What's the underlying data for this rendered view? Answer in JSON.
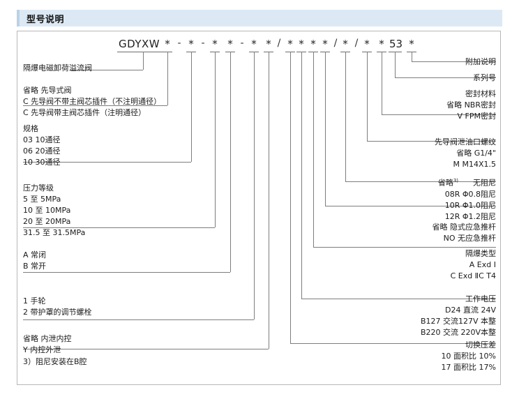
{
  "header": {
    "title": "型号说明"
  },
  "model_code": {
    "prefix": "GDYXW",
    "tokens": [
      "*",
      "-",
      "*",
      "-",
      "*",
      "*",
      "-",
      "*",
      "*",
      "/",
      "*",
      "*",
      "*",
      "*",
      "/",
      "*",
      "/",
      "*",
      "*",
      "53",
      "*"
    ]
  },
  "left_blocks": [
    {
      "id": "product-name",
      "lines": [
        "隔爆电磁卸荷溢流阀"
      ]
    },
    {
      "id": "pilot-type",
      "lines": [
        "省略  先导式阀",
        "C  先导阀不带主阀芯插件（不注明通径）",
        "C  先导阀带主阀芯插件（注明通径）"
      ]
    },
    {
      "id": "size-spec",
      "lines": [
        "规格",
        "03   10通径",
        "06   20通径",
        "10   30通径"
      ]
    },
    {
      "id": "pressure-rating",
      "lines": [
        "压力等级",
        "5      至  5MPa",
        "10    至 10MPa",
        "20    至 20MPa",
        "31.5 至 31.5MPa"
      ]
    },
    {
      "id": "normal-state",
      "lines": [
        "A    常闭",
        "B    常开"
      ]
    },
    {
      "id": "adjust-type",
      "lines": [
        "1   手轮",
        "2   带护罩的调节螺栓"
      ]
    },
    {
      "id": "drain-control",
      "lines": [
        "省略   内泄内控",
        "Y        内控外泄"
      ]
    }
  ],
  "footnote": "3）阻尼安装在B腔",
  "right_blocks": [
    {
      "id": "additional-note",
      "lines": [
        "附加说明"
      ]
    },
    {
      "id": "series-number",
      "lines": [
        "系列号"
      ]
    },
    {
      "id": "seal-material",
      "lines": [
        "密封材料",
        "省略   NBR密封",
        "V       FPM密封"
      ]
    },
    {
      "id": "pilot-drain-thread",
      "lines": [
        "先导阀泄油口螺纹",
        "省略      G1/4\"",
        "M    M14X1.5"
      ]
    },
    {
      "id": "damping",
      "lines": [
        "省略3)      无阻尼",
        "08R  Φ0.8阻尼",
        "10R  Φ1.0阻尼",
        "12R  Φ1.2阻尼"
      ]
    },
    {
      "id": "emergency-rod",
      "lines": [
        "省略     隐式应急推杆",
        "NO       无应急推杆"
      ]
    },
    {
      "id": "explosion-proof-type",
      "lines": [
        "隔爆类型",
        "A              Exd Ⅰ",
        "C    Exd ⅡC T4"
      ]
    },
    {
      "id": "working-voltage",
      "lines": [
        "工作电压",
        "D24            直流 24V",
        "B127    交流127V 本整",
        "B220    交流 220V本整"
      ]
    },
    {
      "id": "switching-pressure",
      "lines": [
        "切换压差",
        "10      面积比  10%",
        "17      面积比  17%"
      ]
    }
  ],
  "colors": {
    "header_bg": "#dce9f5",
    "line": "#7d7d7d",
    "frame": "#b7b7b7",
    "text": "#1a1a1a"
  }
}
